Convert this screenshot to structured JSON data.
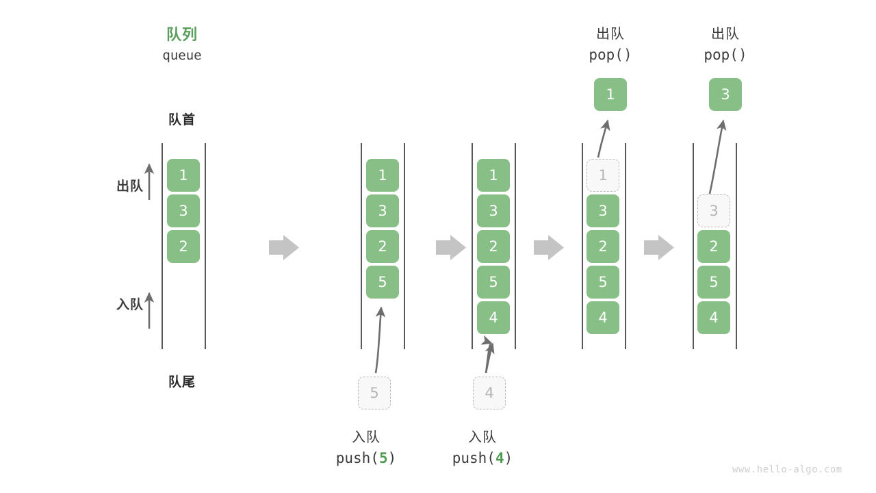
{
  "diagram": {
    "title_cn": "队列",
    "title_code": "queue",
    "head_label": "队首",
    "tail_label": "队尾",
    "dequeue_label": "出队",
    "enqueue_label": "入队",
    "watermark": "www.hello-algo.com",
    "colors": {
      "accent_green": "#87bf86",
      "title_green": "#5a9e5e",
      "rail_gray": "#585858",
      "ghost_border": "#b8b8b8",
      "ghost_text": "#b5b5b5",
      "arrow_gray": "#6e6e6e",
      "step_arrow_gray": "#c4c4c4",
      "watermark_gray": "#cfcfcf"
    }
  },
  "steps": [
    {
      "id": "initial",
      "cells": [
        {
          "value": "1",
          "state": "filled"
        },
        {
          "value": "3",
          "state": "filled"
        },
        {
          "value": "2",
          "state": "filled"
        }
      ],
      "op_cn": "",
      "op_code": "",
      "op_arg": "",
      "incoming": null,
      "popped": null
    },
    {
      "id": "push-5",
      "cells": [
        {
          "value": "1",
          "state": "filled"
        },
        {
          "value": "3",
          "state": "filled"
        },
        {
          "value": "2",
          "state": "filled"
        },
        {
          "value": "5",
          "state": "filled"
        }
      ],
      "op_cn": "入队",
      "op_code_prefix": "push(",
      "op_arg": "5",
      "op_code_suffix": ")",
      "incoming": "5",
      "popped": null
    },
    {
      "id": "push-4",
      "cells": [
        {
          "value": "1",
          "state": "filled"
        },
        {
          "value": "3",
          "state": "filled"
        },
        {
          "value": "2",
          "state": "filled"
        },
        {
          "value": "5",
          "state": "filled"
        },
        {
          "value": "4",
          "state": "filled"
        }
      ],
      "op_cn": "入队",
      "op_code_prefix": "push(",
      "op_arg": "4",
      "op_code_suffix": ")",
      "incoming": "4",
      "popped": null
    },
    {
      "id": "pop-1",
      "cells": [
        {
          "value": "1",
          "state": "ghost"
        },
        {
          "value": "3",
          "state": "filled"
        },
        {
          "value": "2",
          "state": "filled"
        },
        {
          "value": "5",
          "state": "filled"
        },
        {
          "value": "4",
          "state": "filled"
        }
      ],
      "op_cn": "出队",
      "op_code_prefix": "pop(",
      "op_arg": "",
      "op_code_suffix": ")",
      "incoming": null,
      "popped": "1"
    },
    {
      "id": "pop-3",
      "cells": [
        {
          "value": "",
          "state": "empty"
        },
        {
          "value": "3",
          "state": "ghost"
        },
        {
          "value": "2",
          "state": "filled"
        },
        {
          "value": "5",
          "state": "filled"
        },
        {
          "value": "4",
          "state": "filled"
        }
      ],
      "op_cn": "出队",
      "op_code_prefix": "pop(",
      "op_arg": "",
      "op_code_suffix": ")",
      "incoming": null,
      "popped": "3"
    }
  ]
}
